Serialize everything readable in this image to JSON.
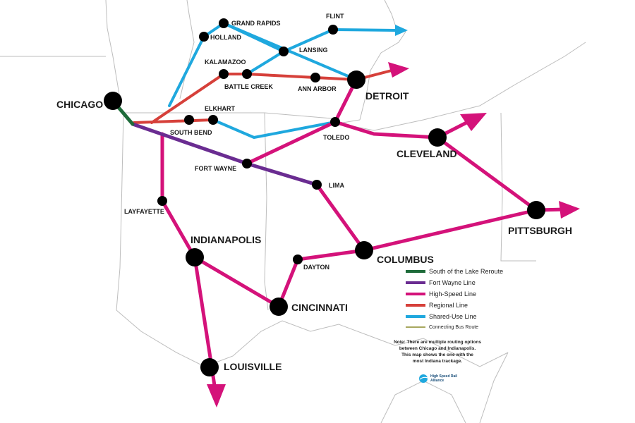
{
  "colors": {
    "south_of_the_lake": "#1e6b3a",
    "fort_wayne": "#6a2c91",
    "high_speed": "#d4127a",
    "regional": "#d6403a",
    "shared_use": "#1fa8de",
    "connecting_bus": "#8a8a2a",
    "borders": "#bdbdbd",
    "city": "#000000"
  },
  "cities": {
    "chicago": "CHICAGO",
    "holland": "HOLLAND",
    "grand_rapids": "GRAND RAPIDS",
    "flint": "FLINT",
    "lansing": "LANSING",
    "kalamazoo": "KALAMAZOO",
    "battle_creek": "BATTLE CREEK",
    "ann_arbor": "ANN ARBOR",
    "detroit": "DETROIT",
    "elkhart": "ELKHART",
    "south_bend": "SOUTH BEND",
    "toledo": "TOLEDO",
    "cleveland": "CLEVELAND",
    "fort_wayne": "FORT WAYNE",
    "lima": "LIMA",
    "layfayette": "LAYFAYETTE",
    "pittsburgh": "PITTSBURGH",
    "indianapolis": "INDIANAPOLIS",
    "columbus": "COLUMBUS",
    "dayton": "DAYTON",
    "cincinnati": "CINCINNATI",
    "louisville": "LOUISVILLE"
  },
  "legend": {
    "items": [
      {
        "label": "South of the Lake Reroute",
        "icon": "line-swatch"
      },
      {
        "label": "Fort Wayne Line",
        "icon": "line-swatch"
      },
      {
        "label": "High-Speed Line",
        "icon": "line-swatch"
      },
      {
        "label": "Regional Line",
        "icon": "line-swatch"
      },
      {
        "label": "Shared-Use Line",
        "icon": "line-swatch"
      },
      {
        "label": "Connecting Bus Route",
        "icon": "line-swatch"
      }
    ]
  },
  "note": {
    "lines": [
      "Note: There are multiple routing options",
      "between Chicago and Indianapolis.",
      "This map shows the one with the",
      "most Indiana trackage."
    ]
  },
  "logo": {
    "icon": "train-logo-icon",
    "line1": "High Speed Rail",
    "line2": "Alliance"
  }
}
